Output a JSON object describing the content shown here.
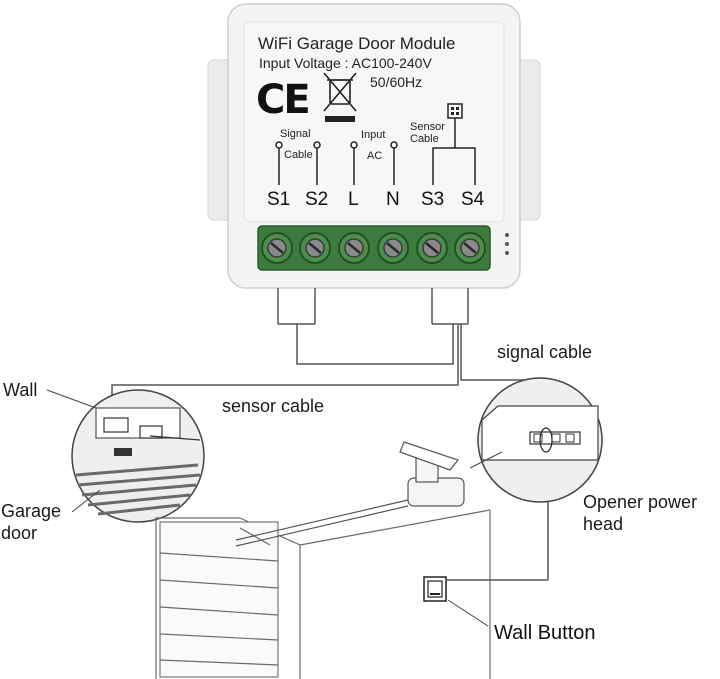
{
  "module": {
    "title": "WiFi Garage Door Module",
    "voltage": "Input Voltage : AC100-240V",
    "frequency": "50/60Hz",
    "ce_mark": "CE",
    "labels": {
      "signal": "Signal",
      "signal_cable": "Cable",
      "input": "Input",
      "input_ac": "AC",
      "sensor": "Sensor",
      "sensor_cable": "Cable"
    },
    "terminals": [
      "S1",
      "S2",
      "L",
      "N",
      "S3",
      "S4"
    ]
  },
  "scene": {
    "signal_cable": "signal cable",
    "sensor_cable": "sensor cable",
    "wall": "Wall",
    "garage_door_line1": "Garage",
    "garage_door_line2": "door",
    "opener_line1": "Opener power",
    "opener_line2": "head",
    "wall_button": "Wall Button"
  },
  "colors": {
    "terminal_block": "#3d7a3e",
    "module_body": "#f3f3f3",
    "line": "#333333"
  }
}
